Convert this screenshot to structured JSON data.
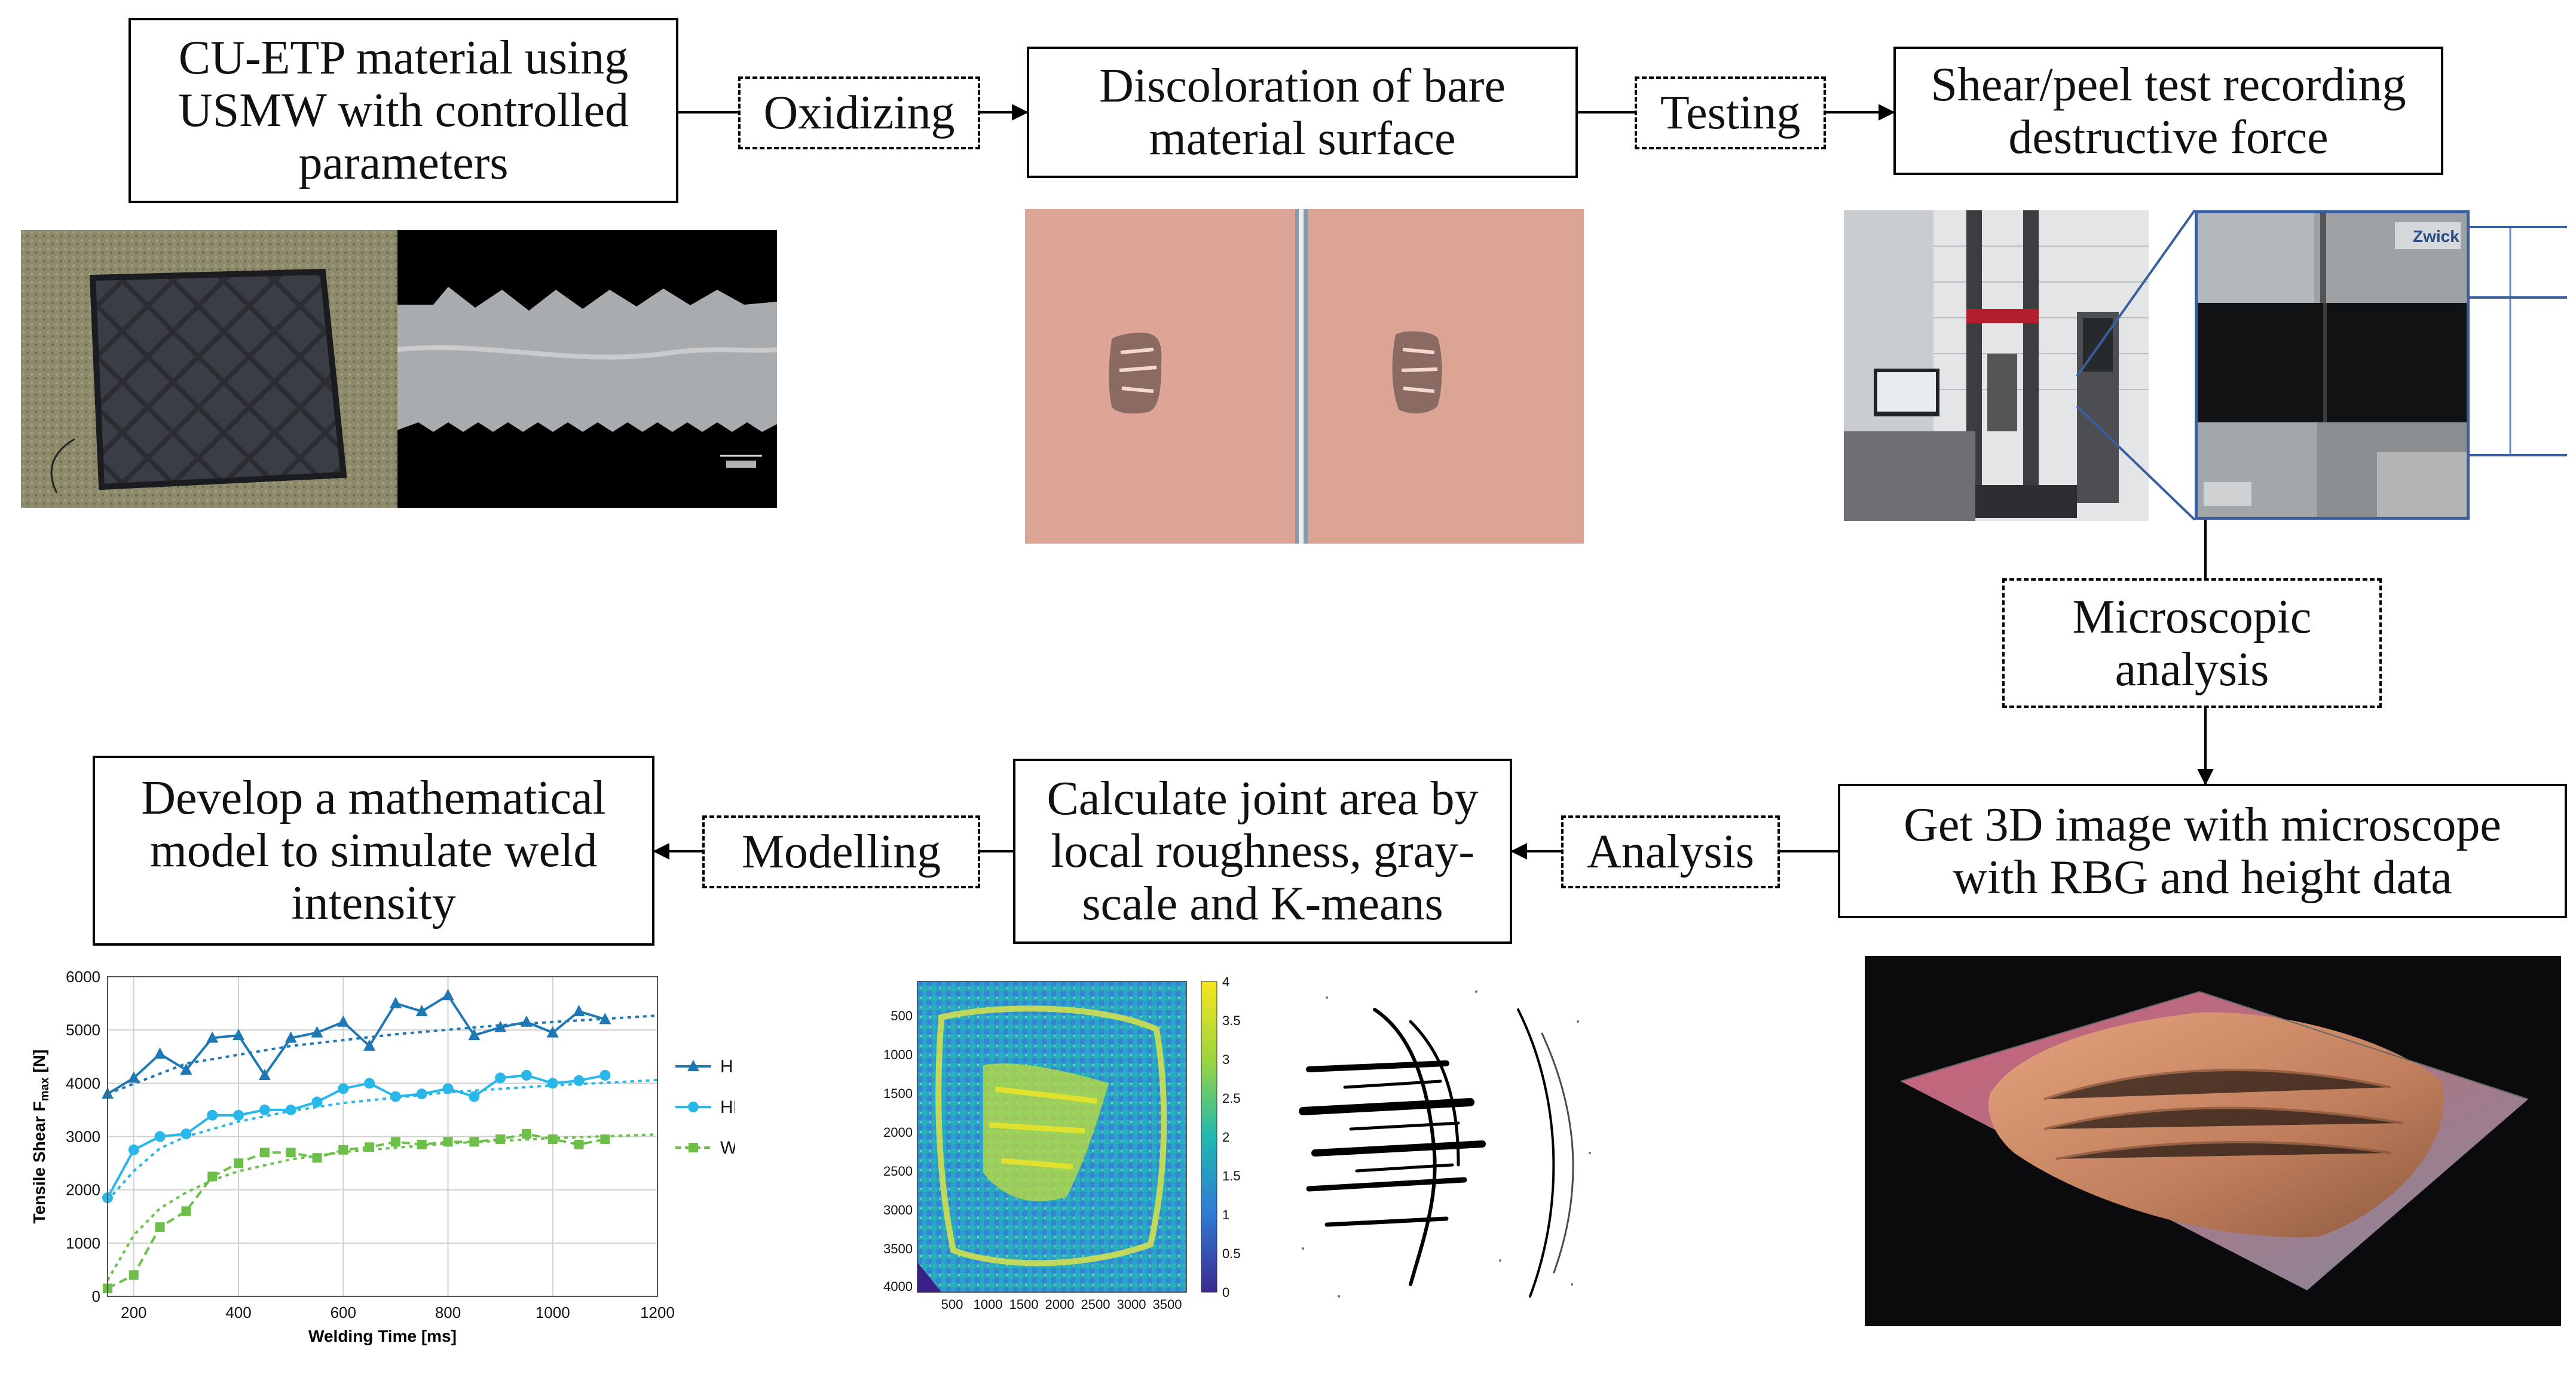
{
  "boxes": {
    "material": "CU-ETP material using\nUSMW with controlled\nparameters",
    "discoloration": "Discoloration of bare\nmaterial surface",
    "shear_test": "Shear/peel test recording\ndestructive force",
    "image_3d": "Get 3D image with microscope\nwith RBG and height data",
    "joint_area": "Calculate joint area by\nlocal roughness, gray-\nscale and K-means",
    "model": "Develop a mathematical\nmodel to simulate weld\nintensity"
  },
  "steps": {
    "oxidizing": "Oxidizing",
    "testing": "Testing",
    "microscopic": "Microscopic\nanalysis",
    "analysis": "Analysis",
    "modelling": "Modelling"
  },
  "photo_labels": {
    "zwick": "Zwick"
  },
  "heatmap": {
    "y_ticks": [
      "500",
      "1000",
      "1500",
      "2000",
      "2500",
      "3000",
      "3500",
      "4000"
    ],
    "x_ticks": [
      "500",
      "1000",
      "1500",
      "2000",
      "2500",
      "3000",
      "3500"
    ],
    "colorbar_ticks": [
      "4",
      "3.5",
      "3",
      "2.5",
      "2",
      "1.5",
      "1",
      "0.5",
      "0"
    ]
  },
  "chart_data": {
    "type": "line",
    "xlabel": "Welding Time [ms]",
    "ylabel": "Tensile Shear F",
    "ylabel_sub": "max",
    "ylabel_unit": " [N]",
    "xlim": [
      150,
      1200
    ],
    "ylim": [
      0,
      6000
    ],
    "x_ticks": [
      200,
      400,
      600,
      800,
      1000,
      1200
    ],
    "y_ticks": [
      0,
      1000,
      2000,
      3000,
      4000,
      5000,
      6000
    ],
    "grid": true,
    "legend_position": "right",
    "x": [
      150,
      200,
      250,
      300,
      350,
      400,
      450,
      500,
      550,
      600,
      650,
      700,
      750,
      800,
      850,
      900,
      950,
      1000,
      1050,
      1100
    ],
    "series": [
      {
        "name": "H",
        "color": "#1f77b4",
        "marker": "triangle",
        "values": [
          3800,
          4100,
          4550,
          4250,
          4850,
          4900,
          4150,
          4850,
          4950,
          5150,
          4700,
          5500,
          5350,
          5650,
          4900,
          5050,
          5150,
          4950,
          5350,
          5200
        ],
        "fit": [
          [
            150,
            3800
          ],
          [
            300,
            4370
          ],
          [
            500,
            4700
          ],
          [
            700,
            4920
          ],
          [
            900,
            5090
          ],
          [
            1200,
            5270
          ]
        ]
      },
      {
        "name": "HH",
        "color": "#29b6e8",
        "marker": "circle",
        "values": [
          1850,
          2750,
          3000,
          3050,
          3400,
          3400,
          3500,
          3500,
          3650,
          3900,
          4000,
          3750,
          3800,
          3900,
          3750,
          4100,
          4150,
          4000,
          4050,
          4150
        ],
        "fit": [
          [
            150,
            1800
          ],
          [
            200,
            2350
          ],
          [
            250,
            2780
          ],
          [
            300,
            3000
          ],
          [
            400,
            3280
          ],
          [
            500,
            3480
          ],
          [
            600,
            3630
          ],
          [
            800,
            3830
          ],
          [
            1000,
            3960
          ],
          [
            1200,
            4060
          ]
        ]
      },
      {
        "name": "W",
        "color": "#6cc04a",
        "marker": "square",
        "values": [
          150,
          400,
          1300,
          1600,
          2250,
          2500,
          2700,
          2700,
          2600,
          2750,
          2800,
          2900,
          2850,
          2900,
          2900,
          2950,
          3050,
          2950,
          2850,
          2950
        ],
        "fit": [
          [
            150,
            300
          ],
          [
            200,
            1150
          ],
          [
            250,
            1650
          ],
          [
            300,
            1950
          ],
          [
            350,
            2180
          ],
          [
            400,
            2350
          ],
          [
            500,
            2570
          ],
          [
            600,
            2710
          ],
          [
            800,
            2870
          ],
          [
            1000,
            2970
          ],
          [
            1200,
            3040
          ]
        ]
      }
    ]
  }
}
